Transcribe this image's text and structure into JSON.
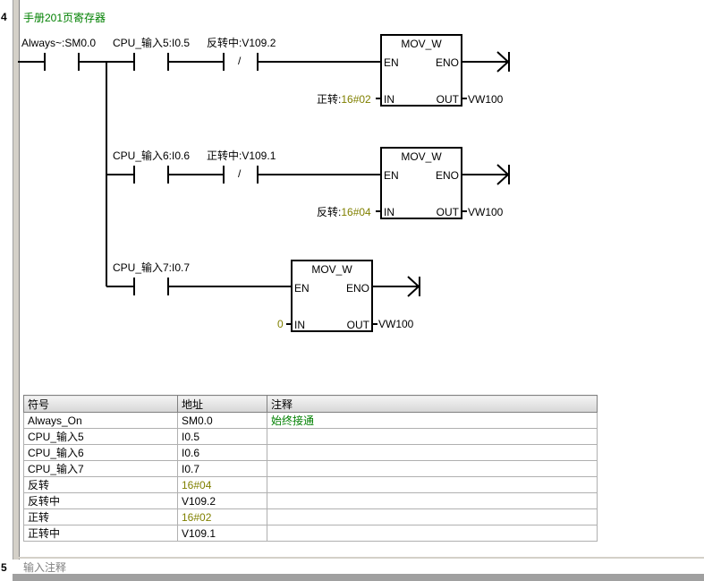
{
  "networks": [
    "4",
    "5"
  ],
  "net4_comment": "手册201页寄存器",
  "contacts": {
    "c1": "Always~:SM0.0",
    "c2": "CPU_输入5:I0.5",
    "c3": "反转中:V109.2",
    "c4": "CPU_输入6:I0.6",
    "c5": "正转中:V109.1",
    "c6": "CPU_输入7:I0.7",
    "negate_glyph": "/"
  },
  "boxes": [
    {
      "title": "MOV_W",
      "en": "EN",
      "eno": "ENO",
      "in": "IN",
      "out": "OUT",
      "in_sym": "正转:",
      "in_val": "16#02",
      "out_val": "VW100"
    },
    {
      "title": "MOV_W",
      "en": "EN",
      "eno": "ENO",
      "in": "IN",
      "out": "OUT",
      "in_sym": "反转:",
      "in_val": "16#04",
      "out_val": "VW100"
    },
    {
      "title": "MOV_W",
      "en": "EN",
      "eno": "ENO",
      "in": "IN",
      "out": "OUT",
      "in_sym": "",
      "in_val": "0",
      "out_val": "VW100"
    }
  ],
  "table": {
    "headers": [
      "符号",
      "地址",
      "注释"
    ],
    "rows": [
      {
        "symbol": "Always_On",
        "address": "SM0.0",
        "comment": "始终接通"
      },
      {
        "symbol": "CPU_输入5",
        "address": "I0.5",
        "comment": ""
      },
      {
        "symbol": "CPU_输入6",
        "address": "I0.6",
        "comment": ""
      },
      {
        "symbol": "CPU_输入7",
        "address": "I0.7",
        "comment": ""
      },
      {
        "symbol": "反转",
        "address": "16#04",
        "comment": ""
      },
      {
        "symbol": "反转中",
        "address": "V109.2",
        "comment": ""
      },
      {
        "symbol": "正转",
        "address": "16#02",
        "comment": ""
      },
      {
        "symbol": "正转中",
        "address": "V109.1",
        "comment": ""
      }
    ]
  },
  "net5_comment": "输入注释",
  "colors": {
    "comment": "#008000",
    "constant": "#808000",
    "line": "#000000"
  }
}
